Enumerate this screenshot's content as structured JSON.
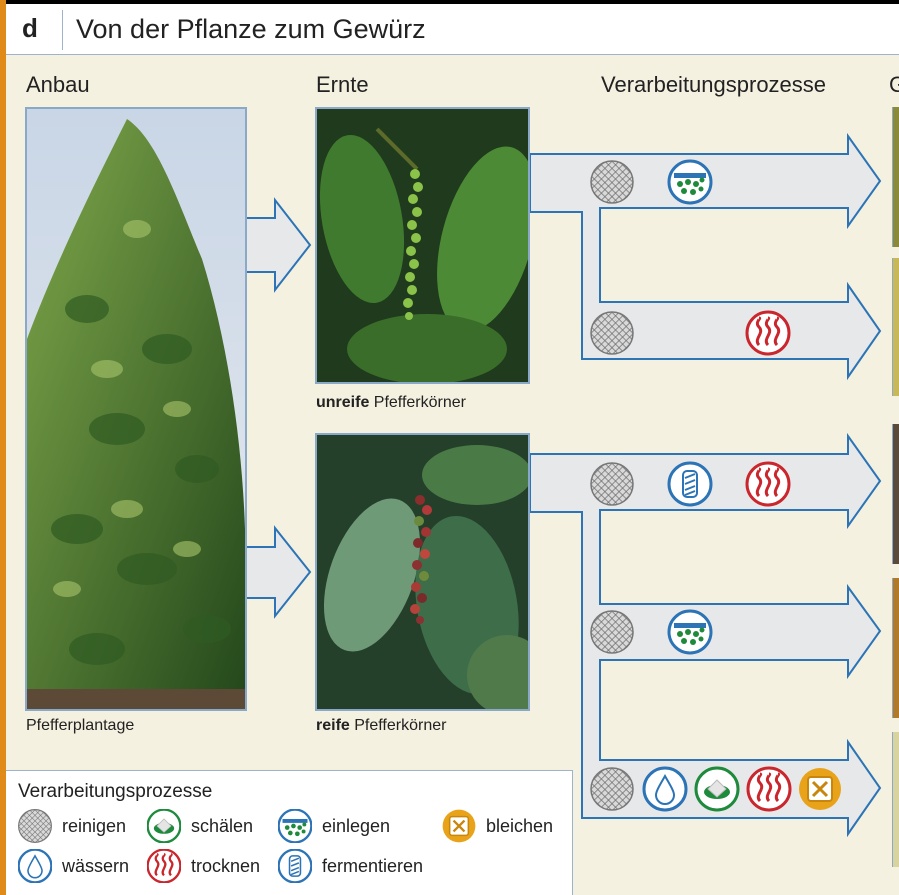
{
  "header": {
    "letter": "d",
    "title": "Von der Pflanze zum Gewürz"
  },
  "columns": {
    "anbau": "Anbau",
    "ernte": "Ernte",
    "verarbeitung": "Verarbeitungsprozesse",
    "cut_off": "G"
  },
  "captions": {
    "plantation": "Pfefferplantage",
    "unripe_bold": "unreife",
    "unripe_rest": " Pfefferkörner",
    "ripe_bold": "reife",
    "ripe_rest": " Pfefferkörner"
  },
  "legend": {
    "title": "Verarbeitungsprozesse",
    "items": [
      {
        "icon": "reinigen-icon",
        "label": "reinigen"
      },
      {
        "icon": "schaelen-icon",
        "label": "schälen"
      },
      {
        "icon": "einlegen-icon",
        "label": "einlegen"
      },
      {
        "icon": "bleichen-icon",
        "label": "bleichen"
      },
      {
        "icon": "waessern-icon",
        "label": "wässern"
      },
      {
        "icon": "trocknen-icon",
        "label": "trocknen"
      },
      {
        "icon": "fermentieren-icon",
        "label": "fermentieren"
      }
    ]
  },
  "process_rows": [
    [
      "reinigen",
      "einlegen"
    ],
    [
      "reinigen",
      "trocknen"
    ],
    [
      "reinigen",
      "fermentieren",
      "trocknen"
    ],
    [
      "reinigen",
      "einlegen"
    ],
    [
      "reinigen",
      "wässern",
      "schälen",
      "trocknen",
      "bleichen"
    ]
  ],
  "colors": {
    "arrow_fill": "#e7e8ea",
    "arrow_stroke": "#2c74b5",
    "red": "#c9272d",
    "green": "#1e8a3c",
    "blue": "#2c74b5",
    "yellow": "#e9a31b"
  }
}
